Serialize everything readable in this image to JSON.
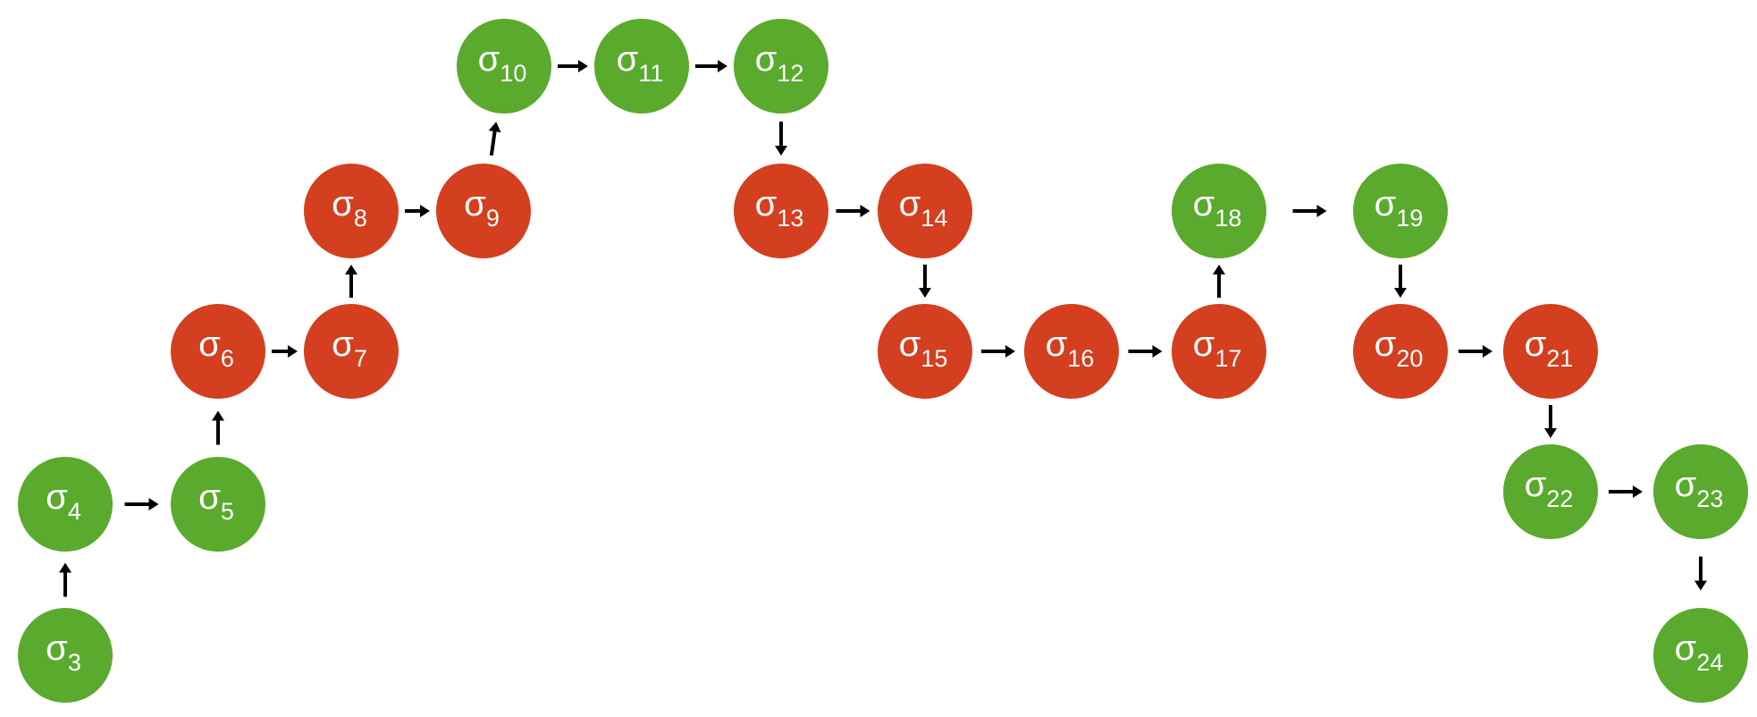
{
  "colors": {
    "green": "#5aaa2e",
    "red": "#d33f1f",
    "arrow": "#000000",
    "label": "#ffffff"
  },
  "nodes": [
    {
      "id": "n3",
      "symbol": "σ",
      "sub": "3",
      "color": "green"
    },
    {
      "id": "n4",
      "symbol": "σ",
      "sub": "4",
      "color": "green"
    },
    {
      "id": "n5",
      "symbol": "σ",
      "sub": "5",
      "color": "green"
    },
    {
      "id": "n6",
      "symbol": "σ",
      "sub": "6",
      "color": "red"
    },
    {
      "id": "n7",
      "symbol": "σ",
      "sub": "7",
      "color": "red"
    },
    {
      "id": "n8",
      "symbol": "σ",
      "sub": "8",
      "color": "red"
    },
    {
      "id": "n9",
      "symbol": "σ",
      "sub": "9",
      "color": "red"
    },
    {
      "id": "n10",
      "symbol": "σ",
      "sub": "10",
      "color": "green"
    },
    {
      "id": "n11",
      "symbol": "σ",
      "sub": "11",
      "color": "green"
    },
    {
      "id": "n12",
      "symbol": "σ",
      "sub": "12",
      "color": "green"
    },
    {
      "id": "n13",
      "symbol": "σ",
      "sub": "13",
      "color": "red"
    },
    {
      "id": "n14",
      "symbol": "σ",
      "sub": "14",
      "color": "red"
    },
    {
      "id": "n15",
      "symbol": "σ",
      "sub": "15",
      "color": "red"
    },
    {
      "id": "n16",
      "symbol": "σ",
      "sub": "16",
      "color": "red"
    },
    {
      "id": "n17",
      "symbol": "σ",
      "sub": "17",
      "color": "red"
    },
    {
      "id": "n18",
      "symbol": "σ",
      "sub": "18",
      "color": "green"
    },
    {
      "id": "n19",
      "symbol": "σ",
      "sub": "19",
      "color": "green"
    },
    {
      "id": "n20",
      "symbol": "σ",
      "sub": "20",
      "color": "red"
    },
    {
      "id": "n21",
      "symbol": "σ",
      "sub": "21",
      "color": "red"
    },
    {
      "id": "n22",
      "symbol": "σ",
      "sub": "22",
      "color": "green"
    },
    {
      "id": "n23",
      "symbol": "σ",
      "sub": "23",
      "color": "green"
    },
    {
      "id": "n24",
      "symbol": "σ",
      "sub": "24",
      "color": "green"
    }
  ],
  "edges": [
    {
      "from": "n3",
      "to": "n4"
    },
    {
      "from": "n4",
      "to": "n5"
    },
    {
      "from": "n5",
      "to": "n6"
    },
    {
      "from": "n6",
      "to": "n7"
    },
    {
      "from": "n7",
      "to": "n8"
    },
    {
      "from": "n8",
      "to": "n9"
    },
    {
      "from": "n9",
      "to": "n10"
    },
    {
      "from": "n10",
      "to": "n11"
    },
    {
      "from": "n11",
      "to": "n12"
    },
    {
      "from": "n12",
      "to": "n13"
    },
    {
      "from": "n13",
      "to": "n14"
    },
    {
      "from": "n14",
      "to": "n15"
    },
    {
      "from": "n15",
      "to": "n16"
    },
    {
      "from": "n16",
      "to": "n17"
    },
    {
      "from": "n17",
      "to": "n18"
    },
    {
      "from": "n18",
      "to": "n19"
    },
    {
      "from": "n19",
      "to": "n20"
    },
    {
      "from": "n20",
      "to": "n21"
    },
    {
      "from": "n21",
      "to": "n22"
    },
    {
      "from": "n22",
      "to": "n23"
    },
    {
      "from": "n23",
      "to": "n24"
    }
  ]
}
